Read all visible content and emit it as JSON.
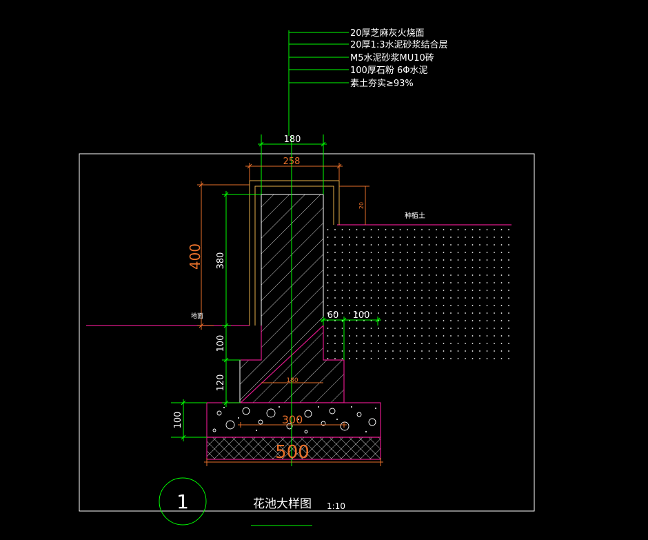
{
  "colors": {
    "background": "#000000",
    "frame": "#ffffff",
    "dimension_green": "#00ff00",
    "dimension_orange": "#e8702a",
    "wall_outline": "#ffffff",
    "foundation_magenta": "#e0188a",
    "soil_dots": "#ffffff",
    "cap_yellow": "#e6b04a"
  },
  "leader_notes": [
    "20厚芝麻灰火烧面",
    "20厚1:3水泥砂浆结合层",
    "M5水泥砂浆MU10砖",
    "100厚石粉 6Φ水泥",
    "素土夯实≥93%"
  ],
  "dimensions": {
    "top_width": "180",
    "cap_width": "258",
    "total_height": "400",
    "wall_height": "380",
    "step_height_a": "100",
    "step_height_b": "120",
    "base_thickness": "100",
    "offset_a": "60",
    "offset_b": "100",
    "inner_width": "180",
    "footing_width": "300",
    "base_width": "500",
    "small_mark": "20"
  },
  "labels": {
    "soil": "种植土",
    "ground": "地面"
  },
  "title": {
    "number": "1",
    "text": "花池大样图",
    "scale": "1:10"
  }
}
